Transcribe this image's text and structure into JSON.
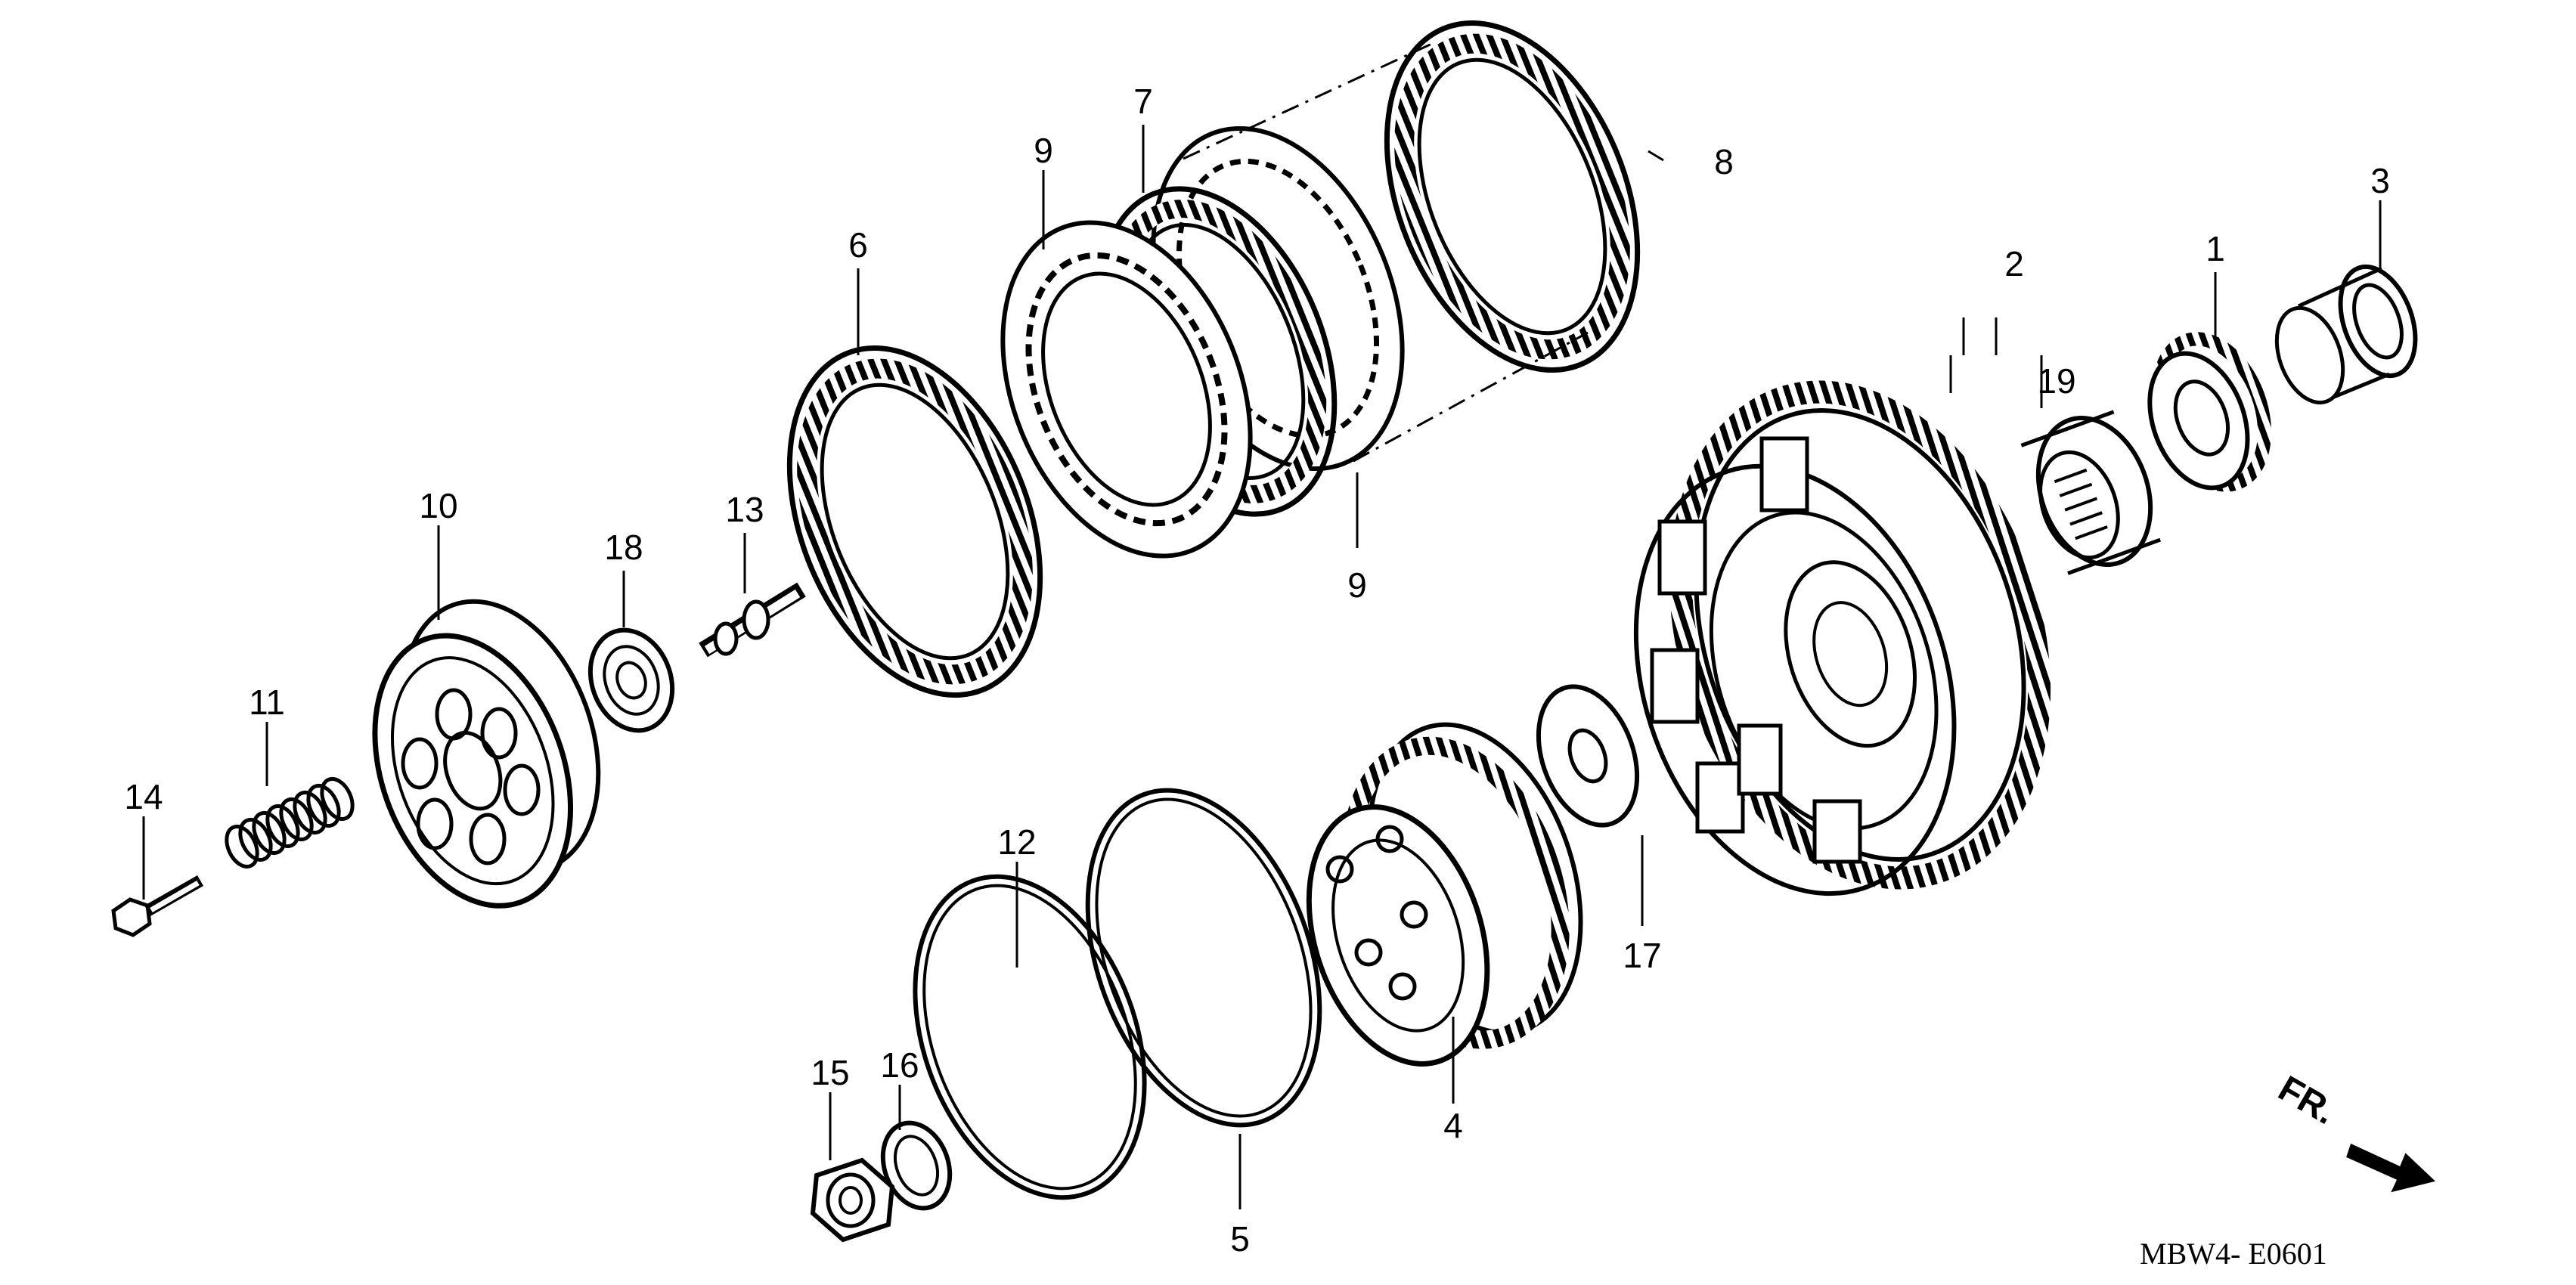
{
  "diagram": {
    "code": "MBW4- E0601",
    "direction_label": "FR."
  },
  "callouts": [
    {
      "id": "c1",
      "label": "1"
    },
    {
      "id": "c2",
      "label": "2"
    },
    {
      "id": "c3",
      "label": "3"
    },
    {
      "id": "c4",
      "label": "4"
    },
    {
      "id": "c5",
      "label": "5"
    },
    {
      "id": "c6",
      "label": "6"
    },
    {
      "id": "c7",
      "label": "7"
    },
    {
      "id": "c8",
      "label": "8"
    },
    {
      "id": "c9a",
      "label": "9"
    },
    {
      "id": "c9b",
      "label": "9"
    },
    {
      "id": "c10",
      "label": "10"
    },
    {
      "id": "c11",
      "label": "11"
    },
    {
      "id": "c12",
      "label": "12"
    },
    {
      "id": "c13",
      "label": "13"
    },
    {
      "id": "c14",
      "label": "14"
    },
    {
      "id": "c15",
      "label": "15"
    },
    {
      "id": "c16",
      "label": "16"
    },
    {
      "id": "c17",
      "label": "17"
    },
    {
      "id": "c18",
      "label": "18"
    },
    {
      "id": "c19",
      "label": "19"
    }
  ]
}
